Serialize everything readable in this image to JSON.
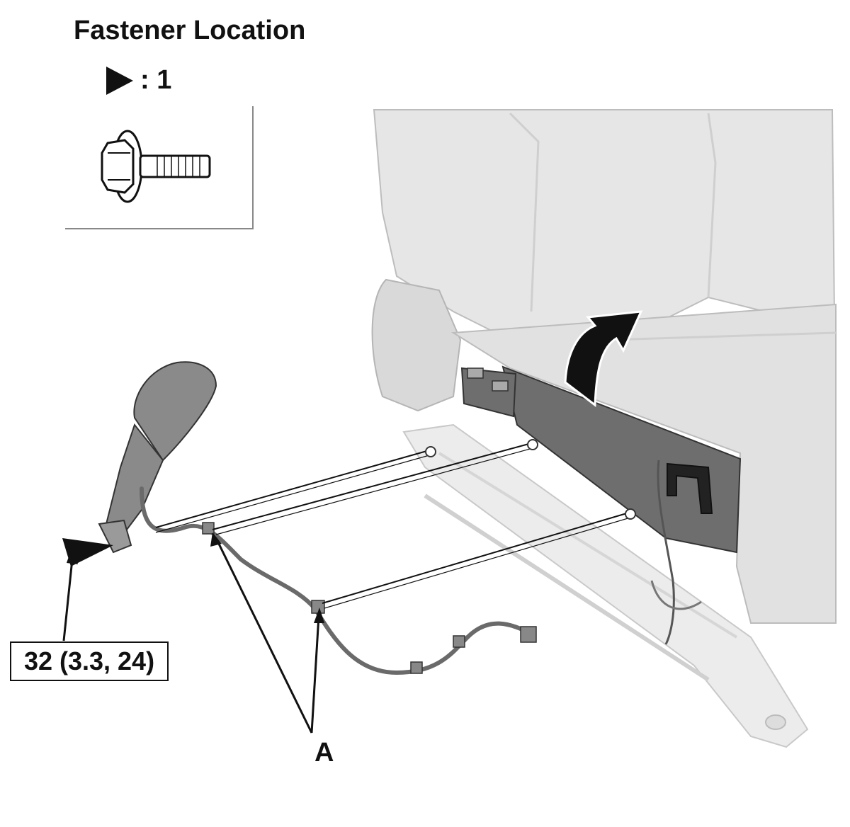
{
  "diagram": {
    "title": "Fastener Location",
    "fastener_legend": {
      "symbol": "triangle-marker-icon",
      "quantity_text": ": 1",
      "part_icon": "flange-bolt-icon"
    },
    "torque_label": "32 (3.3, 24)",
    "callout_label": "A",
    "colors": {
      "line": "#111111",
      "seat_fill": "#e4e4e4",
      "seat_shadow": "#c9c9c9",
      "cover_fill": "#6e6e6e",
      "buckle_fill": "#8a8a8a"
    }
  }
}
